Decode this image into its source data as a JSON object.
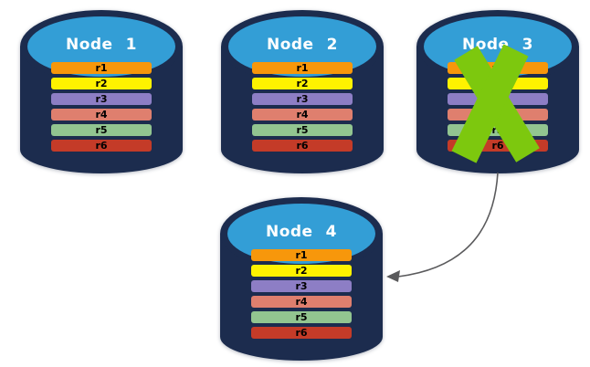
{
  "colors": {
    "cylinder_body": "#1C2C4E",
    "cylinder_top": "#339ED6",
    "title_text": "#FFFFFF",
    "record_text": "#000000",
    "failure_x": "#7DC80E",
    "arrow": "#5A5A5C"
  },
  "records": [
    {
      "label": "r1",
      "color": "#F7970B"
    },
    {
      "label": "r2",
      "color": "#FEF200"
    },
    {
      "label": "r3",
      "color": "#8D7EC5"
    },
    {
      "label": "r4",
      "color": "#DF7F6E"
    },
    {
      "label": "r5",
      "color": "#92C590"
    },
    {
      "label": "r6",
      "color": "#C43B28"
    }
  ],
  "nodes": [
    {
      "title": "Node 1",
      "failed": false
    },
    {
      "title": "Node 2",
      "failed": false
    },
    {
      "title": "Node 3",
      "failed": true
    },
    {
      "title": "Node 4",
      "failed": false
    }
  ],
  "icons": {
    "failure": "x-mark-icon",
    "transfer": "curved-arrow-icon"
  }
}
